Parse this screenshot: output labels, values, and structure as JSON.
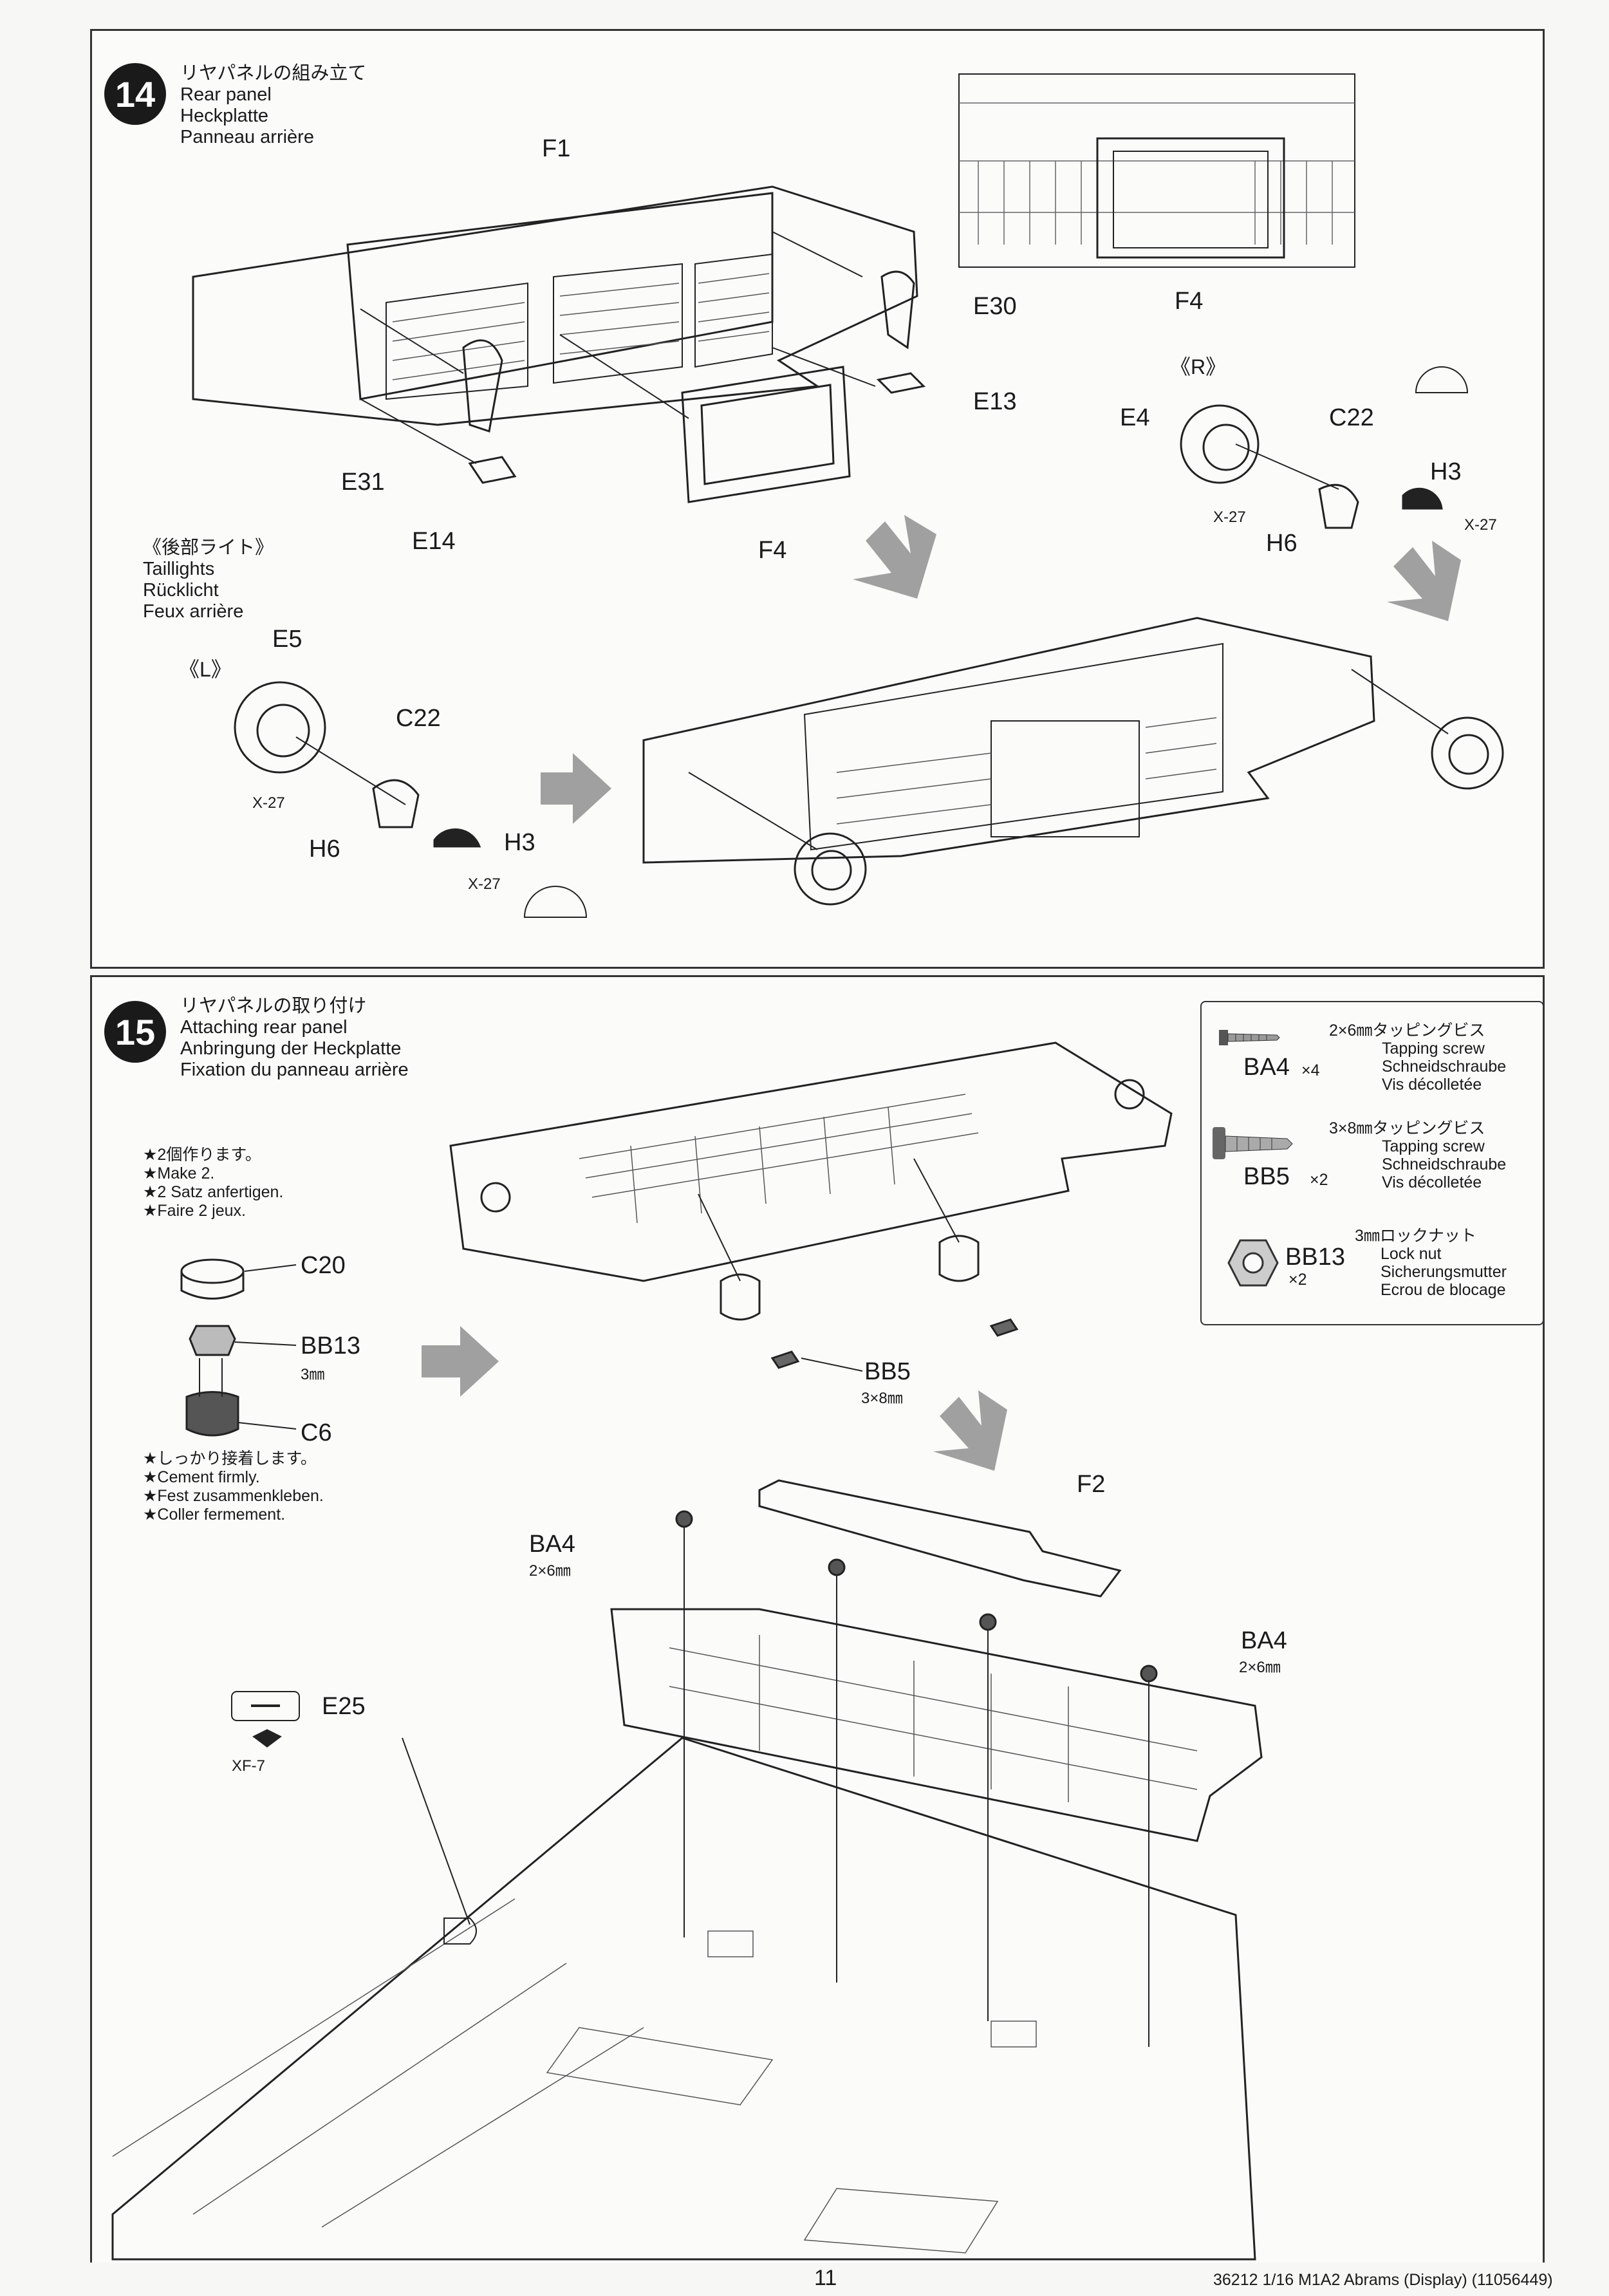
{
  "step14": {
    "number": "14",
    "title_jp": "リヤパネルの組み立て",
    "title_en": "Rear panel",
    "title_de": "Heckplatte",
    "title_fr": "Panneau arrière",
    "labels": {
      "F1": "F1",
      "E30": "E30",
      "E13": "E13",
      "E31": "E31",
      "E14": "E14",
      "F4_a": "F4",
      "F4_b": "F4"
    },
    "taillights": {
      "jp": "《後部ライト》",
      "en": "Taillights",
      "de": "Rücklicht",
      "fr": "Feux arrière"
    },
    "left_light": {
      "side": "《L》",
      "E5": "E5",
      "C22": "C22",
      "H6": "H6",
      "H3": "H3",
      "X27a": "X-27",
      "X27b": "X-27"
    },
    "right_light": {
      "side": "《R》",
      "E4": "E4",
      "C22": "C22",
      "H3": "H3",
      "H6": "H6",
      "X27a": "X-27",
      "X27b": "X-27"
    }
  },
  "step15": {
    "number": "15",
    "title_jp": "リヤパネルの取り付け",
    "title_en": "Attaching rear panel",
    "title_de": "Anbringung der Heckplatte",
    "title_fr": "Fixation du panneau arrière",
    "make2": {
      "jp": "★2個作ります。",
      "en": "★Make 2.",
      "de": "★2 Satz anfertigen.",
      "fr": "★Faire 2 jeux."
    },
    "cement": {
      "jp": "★しっかり接着します。",
      "en": "★Cement firmly.",
      "de": "★Fest zusammenkleben.",
      "fr": "★Coller fermement."
    },
    "labels": {
      "C20": "C20",
      "BB13": "BB13",
      "BB13_size": "3㎜",
      "C6": "C6",
      "BB5": "BB5",
      "BB5_size": "3×8㎜",
      "F2": "F2",
      "BA4_left": "BA4",
      "BA4_left_size": "2×6㎜",
      "BA4_right": "BA4",
      "BA4_right_size": "2×6㎜",
      "E25": "E25",
      "XF7": "XF-7"
    },
    "hardware": [
      {
        "code": "BA4",
        "qty": "×4",
        "jp": "2×6㎜タッピングビス",
        "en": "Tapping screw",
        "de": "Schneidschraube",
        "fr": "Vis décolletée"
      },
      {
        "code": "BB5",
        "qty": "×2",
        "jp": "3×8㎜タッピングビス",
        "en": "Tapping screw",
        "de": "Schneidschraube",
        "fr": "Vis décolletée"
      },
      {
        "code": "BB13",
        "qty": "×2",
        "jp": "3㎜ロックナット",
        "en": "Lock nut",
        "de": "Sicherungsmutter",
        "fr": "Ecrou de blocage"
      }
    ]
  },
  "footer": {
    "page": "11",
    "product": "36212 1/16 M1A2 Abrams (Display) (11056449)"
  }
}
